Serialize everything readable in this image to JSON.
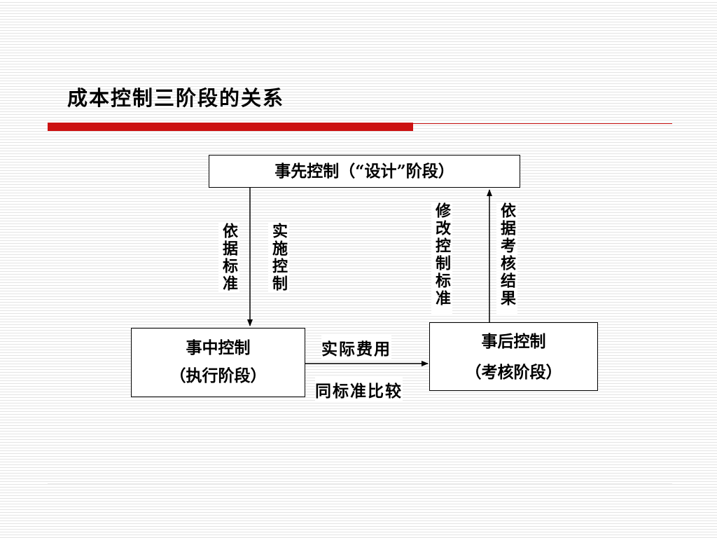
{
  "title": "成本控制三阶段的关系",
  "nodes": {
    "pre": {
      "label": "事先控制（“设计”阶段）"
    },
    "mid": {
      "line1": "事中控制",
      "line2": "（执行阶段）"
    },
    "post": {
      "line1": "事后控制",
      "line2": "（考核阶段）"
    }
  },
  "labels": {
    "basis_standard": "依据标准",
    "implement_control": "实施控制",
    "revise_standard": "修改控制标准",
    "basis_assessment": "依据考核结果",
    "actual_cost": "实际费用",
    "compare_standard": "同标准比较"
  }
}
